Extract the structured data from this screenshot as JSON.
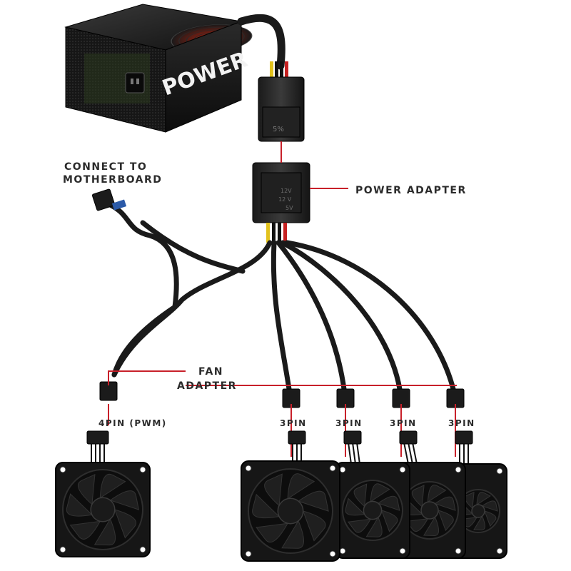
{
  "psu": {
    "brand_text": "POWER",
    "connector_marking": "5%"
  },
  "adapter": {
    "marking_top": "12V",
    "marking_line2": "12 V",
    "marking_line3": "5V"
  },
  "labels": {
    "connect_line1": "CONNECT TO",
    "connect_line2": "MOTHERBOARD",
    "power_adapter": "POWER ADAPTER",
    "fan_adapter_line1": "FAN",
    "fan_adapter_line2": "ADAPTER",
    "pin_pwm": "4PIN (PWM)",
    "pin_3a": "3PIN",
    "pin_3b": "3PIN",
    "pin_3c": "3PIN",
    "pin_3d": "3PIN"
  },
  "colors": {
    "leader_line": "#c8202a",
    "cable": "#1a1a1a",
    "fan_body": "#151515"
  }
}
